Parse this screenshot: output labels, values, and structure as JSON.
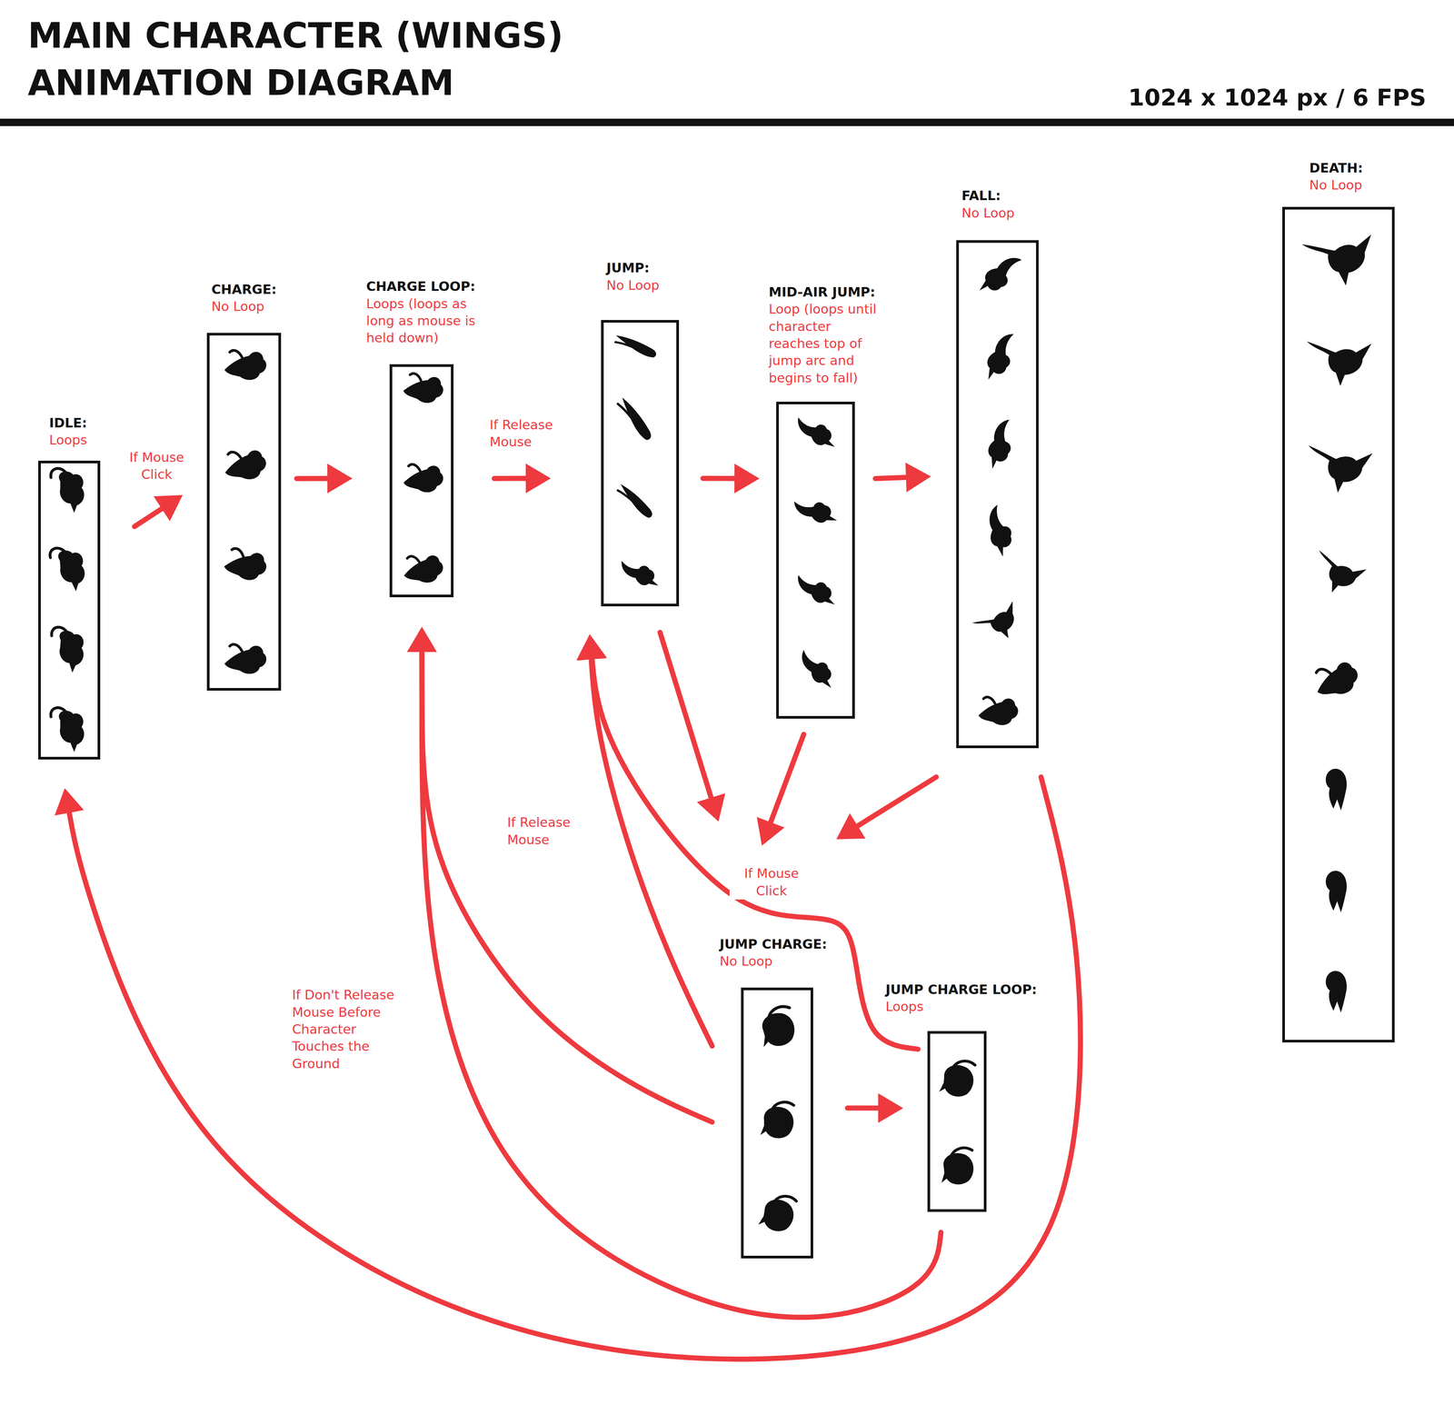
{
  "diagram": {
    "title": "MAIN CHARACTER (WINGS) ANIMATION DIAGRAM",
    "nodes": [
      {
        "text": [
          "IDLE:",
          "Loops"
        ]
      },
      {
        "text": [
          "CHARGE:",
          "No Loop"
        ]
      },
      {
        "text": [
          "CHARGE LOOP:",
          "Loops (loops as long as mouse is held down)"
        ]
      },
      {
        "text": [
          "JUMP:",
          "No Loop"
        ]
      },
      {
        "text": [
          "MID-AIR JUMP:",
          "Loop (loops until character reaches top of jump arc and begins to fall)"
        ]
      },
      {
        "text": [
          "FALL:",
          "No Loop"
        ]
      },
      {
        "text": [
          "DEATH:",
          "No Loop"
        ]
      },
      {
        "text": [
          "JUMP CHARGE:",
          "No Loop"
        ]
      },
      {
        "text": [
          "JUMP CHARGE LOOP:",
          "Loops"
        ]
      }
    ],
    "edges": [
      {
        "from": 0,
        "to": 1,
        "arrow": "to",
        "label": "If Mouse Click"
      },
      {
        "from": 1,
        "to": 2,
        "arrow": "to"
      },
      {
        "from": 2,
        "to": 3,
        "arrow": "to",
        "label": "If Release Mouse"
      },
      {
        "from": 3,
        "to": 4,
        "arrow": "to"
      },
      {
        "from": 4,
        "to": 5,
        "arrow": "to"
      },
      {
        "from": 3,
        "to": 7,
        "arrow": "to"
      },
      {
        "from": 4,
        "to": 7,
        "arrow": "to",
        "label": "If Mouse Click"
      },
      {
        "from": 5,
        "to": 7,
        "arrow": "to"
      },
      {
        "from": 7,
        "to": 8,
        "arrow": "to"
      },
      {
        "from": 7,
        "to": 3,
        "arrow": "to",
        "label": "If Release Mouse"
      },
      {
        "from": 8,
        "to": 3,
        "arrow": "to"
      },
      {
        "from": 7,
        "to": 2,
        "arrow": "to",
        "label": "If Don't Release Mouse Before Character Touches the Ground"
      },
      {
        "from": 8,
        "to": 2,
        "arrow": "to"
      },
      {
        "from": 5,
        "to": 0,
        "arrow": "to"
      }
    ],
    "labels": [
      "1024 x 1024 px / 6 FPS"
    ]
  }
}
